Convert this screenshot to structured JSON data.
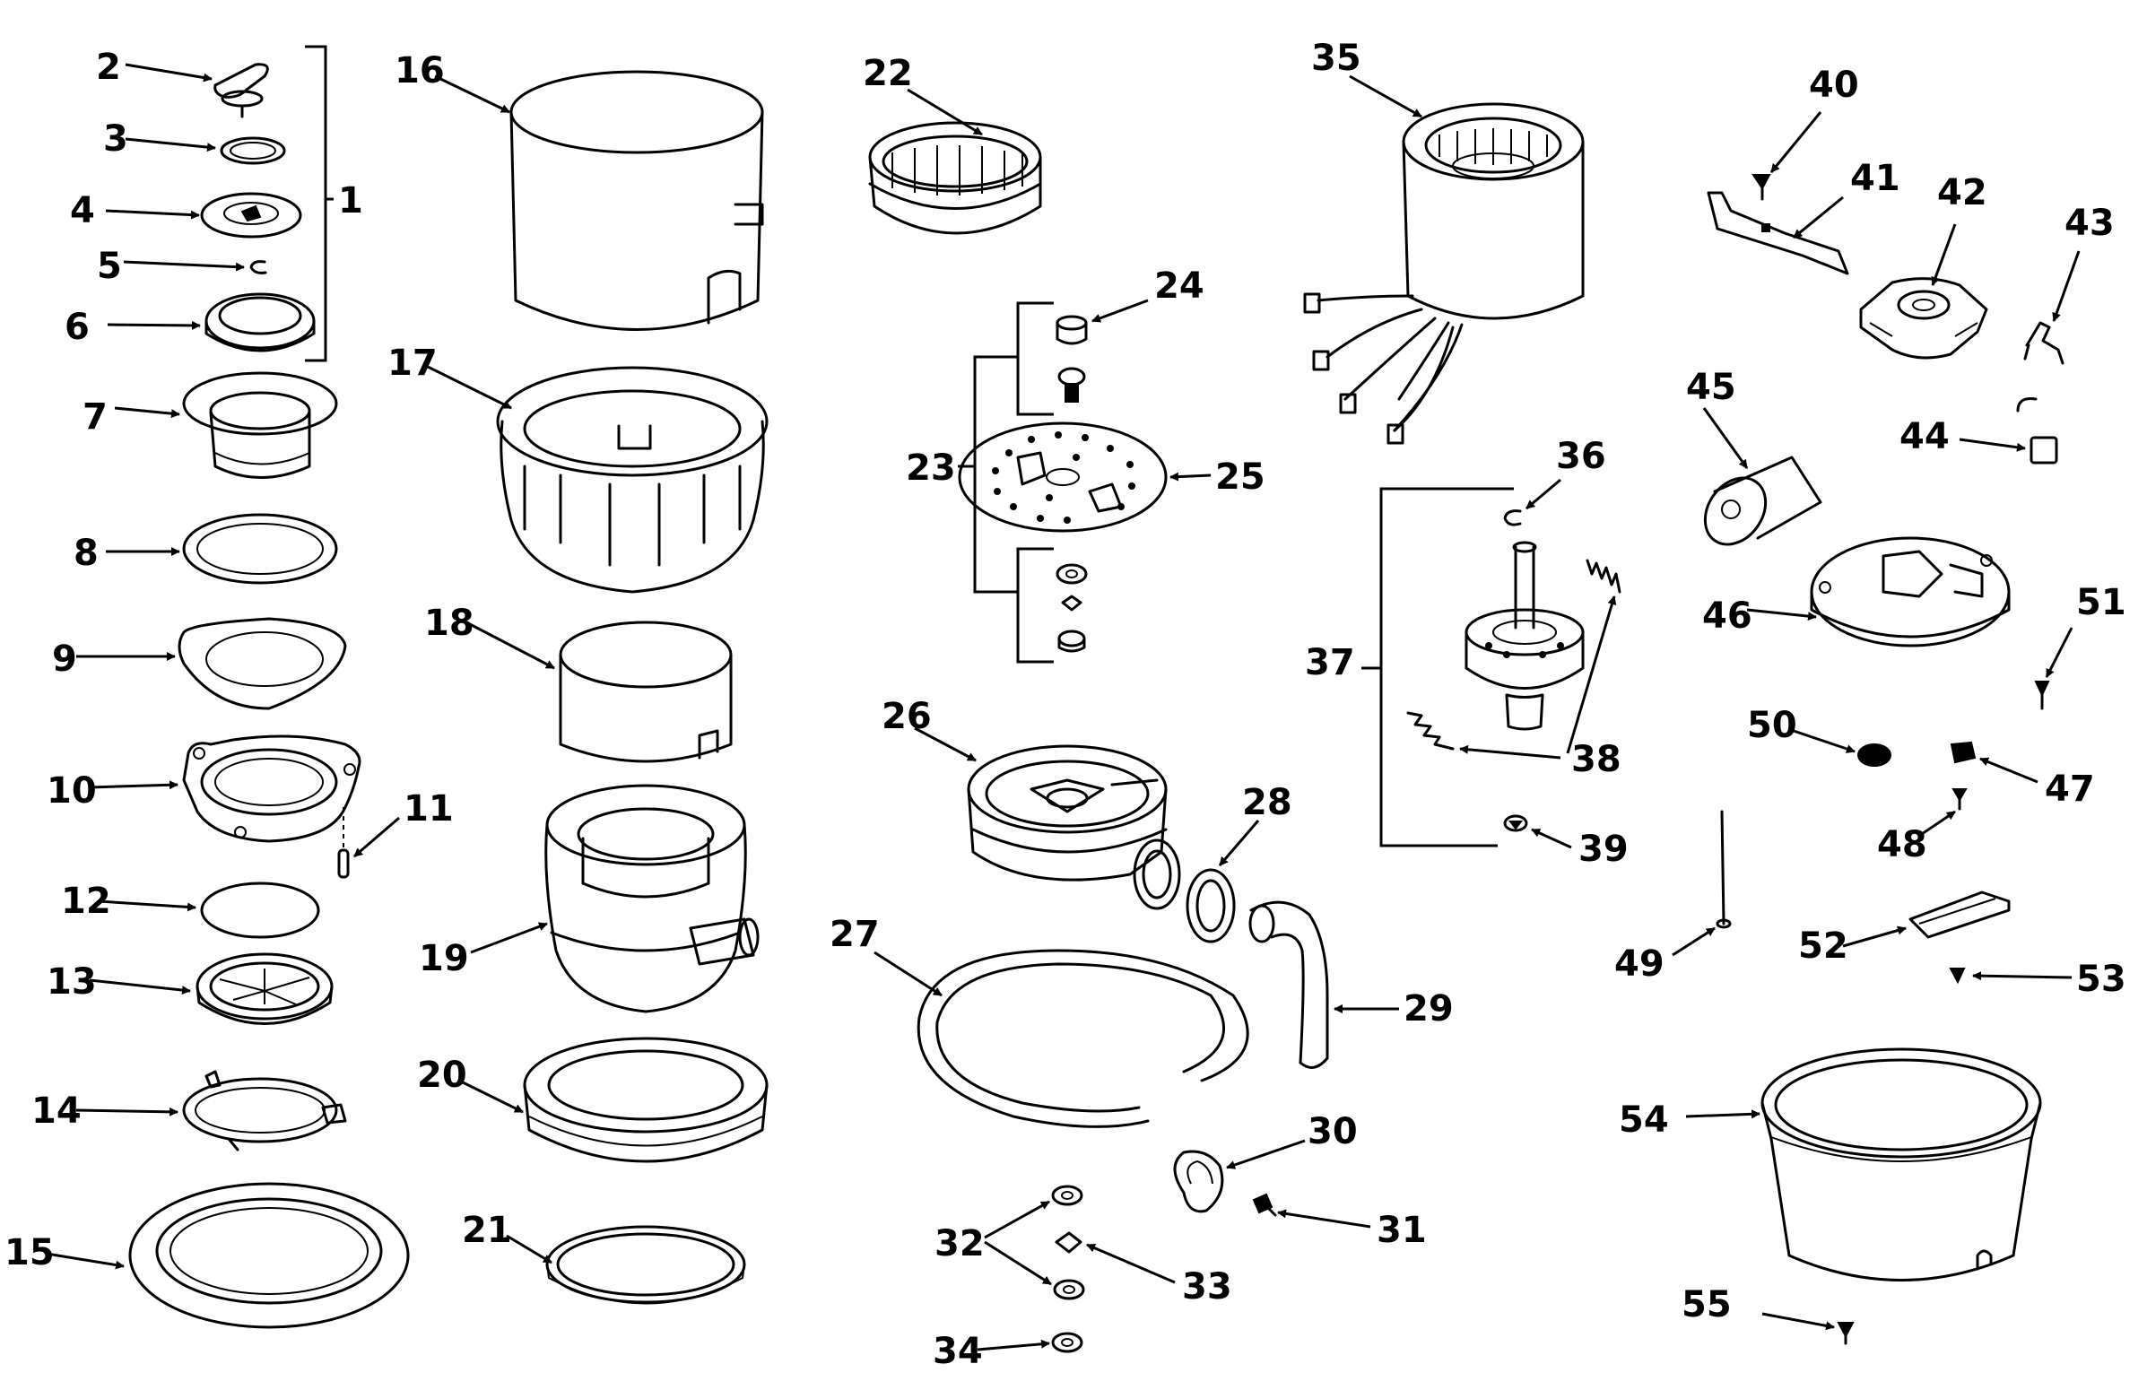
{
  "callouts": {
    "p1": "1",
    "p2": "2",
    "p3": "3",
    "p4": "4",
    "p5": "5",
    "p6": "6",
    "p7": "7",
    "p8": "8",
    "p9": "9",
    "p10": "10",
    "p11": "11",
    "p12": "12",
    "p13": "13",
    "p14": "14",
    "p15": "15",
    "p16": "16",
    "p17": "17",
    "p18": "18",
    "p19": "19",
    "p20": "20",
    "p21": "21",
    "p22": "22",
    "p23": "23",
    "p24": "24",
    "p25": "25",
    "p26": "26",
    "p27": "27",
    "p28": "28",
    "p29": "29",
    "p30": "30",
    "p31": "31",
    "p32": "32",
    "p33": "33",
    "p34": "34",
    "p35": "35",
    "p36": "36",
    "p37": "37",
    "p38": "38",
    "p39": "39",
    "p40": "40",
    "p41": "41",
    "p42": "42",
    "p43": "43",
    "p44": "44",
    "p45": "45",
    "p46": "46",
    "p47": "47",
    "p48": "48",
    "p49": "49",
    "p50": "50",
    "p51": "51",
    "p52": "52",
    "p53": "53",
    "p54": "54",
    "p55": "55"
  }
}
